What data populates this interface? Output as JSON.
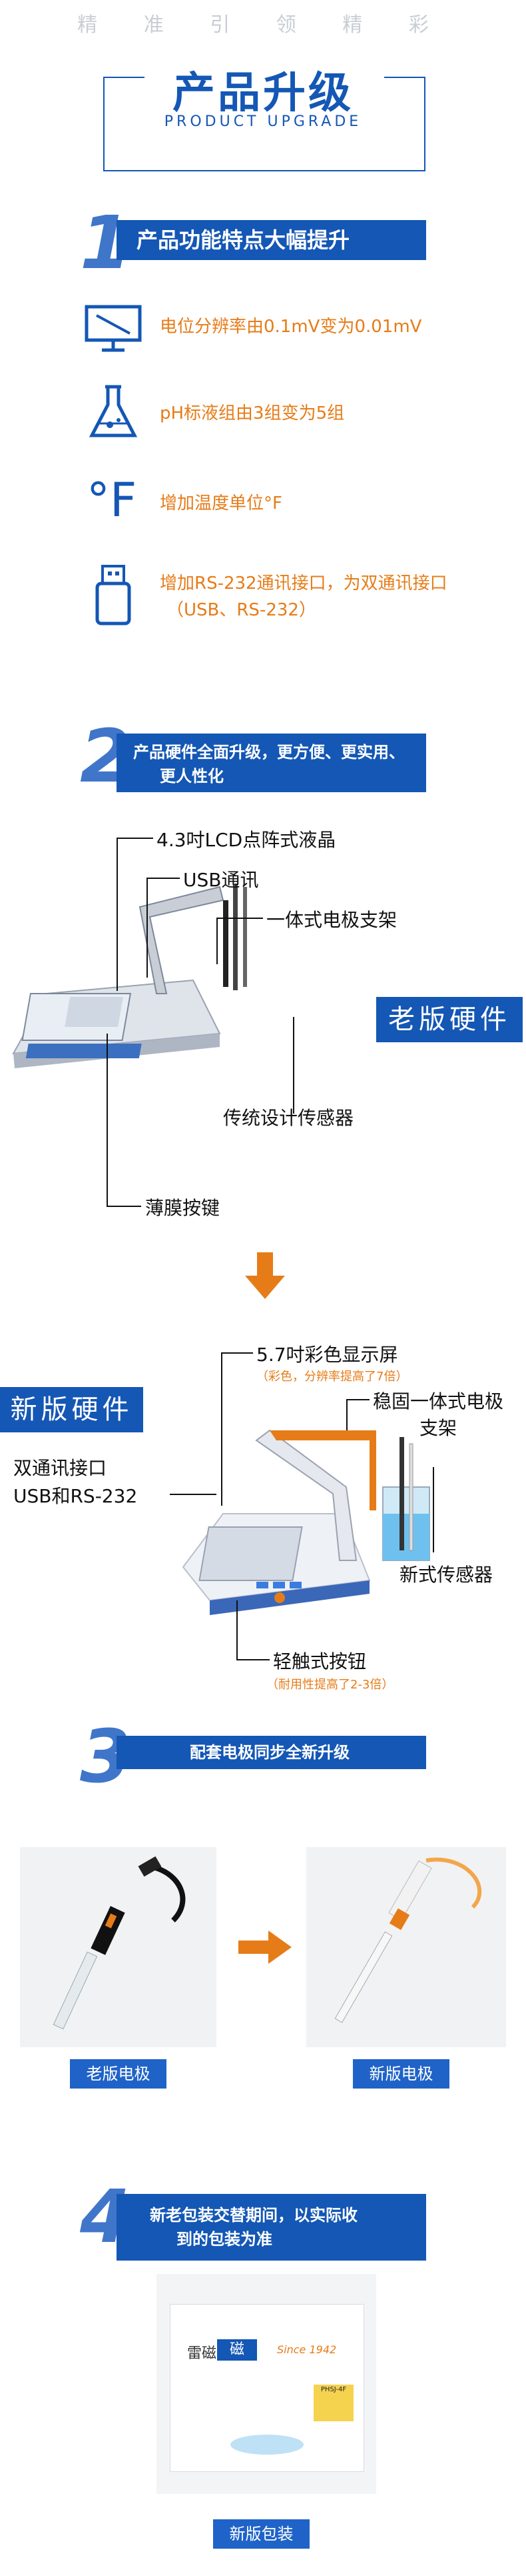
{
  "header": {
    "tagline": "精 准 引 领 精 彩",
    "title": "产品升级",
    "subtitle": "PRODUCT UPGRADE"
  },
  "section1": {
    "number": "1",
    "title": "产品功能特点大幅提升",
    "features": [
      {
        "icon": "monitor-icon",
        "text": "电位分辨率由0.1mV变为0.01mV"
      },
      {
        "icon": "flask-icon",
        "text": "pH标液组由3组变为5组"
      },
      {
        "icon": "fahrenheit-icon",
        "text": "增加温度单位°F"
      },
      {
        "icon": "usb-icon",
        "text_line1": "增加RS-232通讯接口，为双通讯接口",
        "text_line2": "（USB、RS-232）"
      }
    ]
  },
  "section2": {
    "number": "2",
    "title_line1": "产品硬件全面升级，更方便、更实用、",
    "title_line2": "更人性化",
    "old": {
      "badge": "老版硬件",
      "labels": {
        "lcd": "4.3吋LCD点阵式液晶",
        "usb": "USB通讯",
        "holder": "一体式电极支架",
        "sensor": "传统设计传感器",
        "keys": "薄膜按键"
      }
    },
    "new": {
      "badge": "新版硬件",
      "labels": {
        "screen": "5.7吋彩色显示屏",
        "screen_note": "（彩色，分辨率提高了7倍）",
        "holder_line1": "稳固一体式电极",
        "holder_line2": "支架",
        "comm_line1": "双通讯接口",
        "comm_line2": "USB和RS-232",
        "sensor": "新式传感器",
        "button": "轻触式按钮",
        "button_note": "（耐用性提高了2-3倍）"
      }
    }
  },
  "section3": {
    "number": "3",
    "title": "配套电极同步全新升级",
    "old_caption": "老版电极",
    "new_caption": "新版电极"
  },
  "section4": {
    "number": "4",
    "text_line1": "新老包装交替期间，以实际收",
    "text_line2": "到的包装为准",
    "caption": "新版包装",
    "box": {
      "brand1": "雷磁",
      "brand2": "磁",
      "script": "Since 1942",
      "model": "PHSJ-4F"
    }
  },
  "colors": {
    "primary": "#1457b5",
    "accent": "#e67c18"
  }
}
